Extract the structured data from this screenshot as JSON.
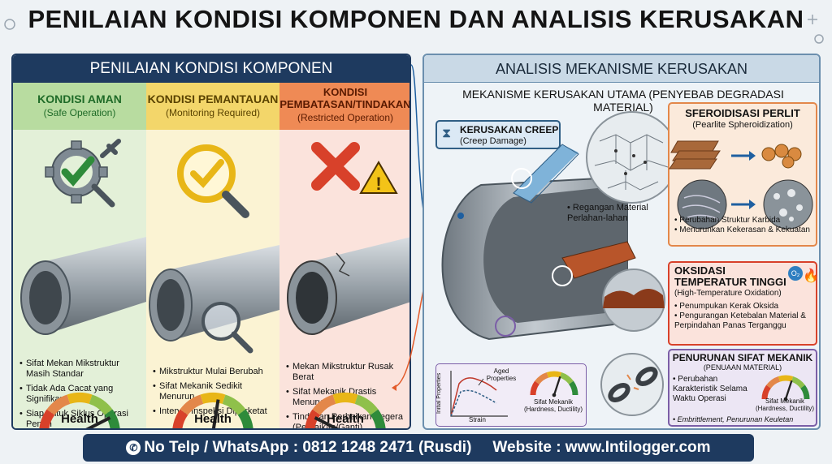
{
  "title": "PENILAIAN KONDISI KOMPONEN DAN ANALISIS KERUSAKAN",
  "left": {
    "header": "PENILAIAN KONDISI KOMPONEN",
    "columns": [
      {
        "title": "KONDISI AMAN",
        "subtitle": "(Safe Operation)",
        "color": "#2e8b3a",
        "bg": "#e3f0d8",
        "bullets": [
          "Sifat Mekan Mikstruktur Masih Standar",
          "Tidak Ada Cacat yang Signifikan",
          "Siap untuk Siklus Operasi Penuh"
        ],
        "health_label": "Health",
        "health_level": 0.85,
        "icon": "gear-wrench-check-icon"
      },
      {
        "title": "KONDISI PEMANTAUAN",
        "subtitle": "(Monitoring Required)",
        "color": "#e8b617",
        "bg": "#fbf3d3",
        "bullets": [
          "Mikstruktur Mulai Berubah",
          "Sifat Mekanik Sedikit Menurun",
          "Interval Inspeksi Diperketat"
        ],
        "health_label": "Health",
        "health_level": 0.55,
        "icon": "magnifier-check-icon"
      },
      {
        "title": "KONDISI PEMBATASAN/TINDAKAN",
        "subtitle": "(Restricted Operation)",
        "color": "#e35b2a",
        "bg": "#fbe3dc",
        "bullets": [
          "Mekan Mikstruktur Rusak Berat",
          "Sifat Mekanik Drastis Menurun",
          "Tindakan Perbaikan Segera (Perbaikan/Ganti)"
        ],
        "health_label": "Health",
        "health_level": 0.15,
        "icon": "cross-warning-icon"
      }
    ]
  },
  "right": {
    "header": "ANALISIS MEKANISME KERUSAKAN",
    "subtitle": "MEKANISME KERUSAKAN UTAMA (PENYEBAB DEGRADASI MATERIAL)",
    "creep": {
      "title": "KERUSAKAN CREEP",
      "subtitle": "(Creep Damage)",
      "note": "Regangan Material Perlahan-lahan"
    },
    "spheroid": {
      "title": "SFEROIDISASI PERLIT",
      "subtitle": "(Pearlite Spheroidization)",
      "bullets": [
        "Perubahan Struktur Karbida",
        "Menurunkan Kekerasan & Kekuatan"
      ]
    },
    "oxidation": {
      "title1": "OKSIDASI",
      "title2": "TEMPERATUR TINGGI",
      "subtitle": "(High-Temperature Oxidation)",
      "o2": "O₂",
      "bullets": [
        "Penumpukan Kerak Oksida",
        "Pengurangan Ketebalan Material & Perpindahan Panas Terganggu"
      ]
    },
    "mechanical": {
      "title": "PENURUNAN SIFAT MEKANIK",
      "subtitle": "(PENUAAN MATERIAL)",
      "bullets": [
        "Perubahan Karakteristik Selama Waktu Operasi",
        "Embrittlement, Penurunan Keuletan"
      ],
      "gauge_label": "Sifat Mekanik (Hardness, Ductility)"
    },
    "graph": {
      "ylabel": "Initial Properties",
      "xlabel": "Strain",
      "annotation": "Aged Properties",
      "gauge_label": "Sifat Mekanik (Hardness, Ductility)"
    }
  },
  "footer": {
    "phone": "No Telp / WhatsApp : 0812 1248 2471 (Rusdi)",
    "website": "Website : www.Intilogger.com"
  }
}
